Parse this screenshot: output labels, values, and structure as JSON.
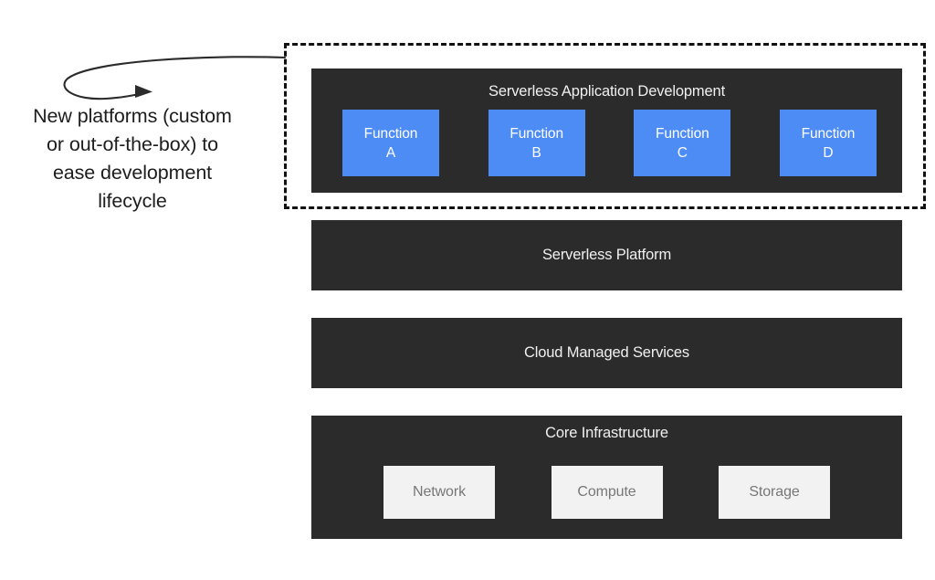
{
  "annotation": {
    "lines": [
      "New platforms (custom",
      "or out-of-the-box) to",
      "ease development",
      "lifecycle"
    ],
    "arrow_name": "curved-arrow-icon"
  },
  "colors": {
    "panel_dark": "#2b2b2b",
    "function_blue": "#4e8cf5",
    "core_box_light": "#f2f2f2",
    "core_box_text": "#777777",
    "panel_text": "#f0f0f0",
    "dashed_border": "#111111",
    "background": "#ffffff",
    "annotation_text": "#1d1d1d"
  },
  "layers": [
    {
      "id": "serverless-application-development",
      "title": "Serverless Application Development",
      "highlighted": true,
      "items": [
        {
          "line1": "Function",
          "line2": "A"
        },
        {
          "line1": "Function",
          "line2": "B"
        },
        {
          "line1": "Function",
          "line2": "C"
        },
        {
          "line1": "Function",
          "line2": "D"
        }
      ]
    },
    {
      "id": "serverless-platform",
      "title": "Serverless Platform",
      "highlighted": false,
      "items": []
    },
    {
      "id": "cloud-managed-services",
      "title": "Cloud Managed Services",
      "highlighted": false,
      "items": []
    },
    {
      "id": "core-infrastructure",
      "title": "Core Infrastructure",
      "highlighted": false,
      "items": [
        {
          "label": "Network"
        },
        {
          "label": "Compute"
        },
        {
          "label": "Storage"
        }
      ]
    }
  ]
}
